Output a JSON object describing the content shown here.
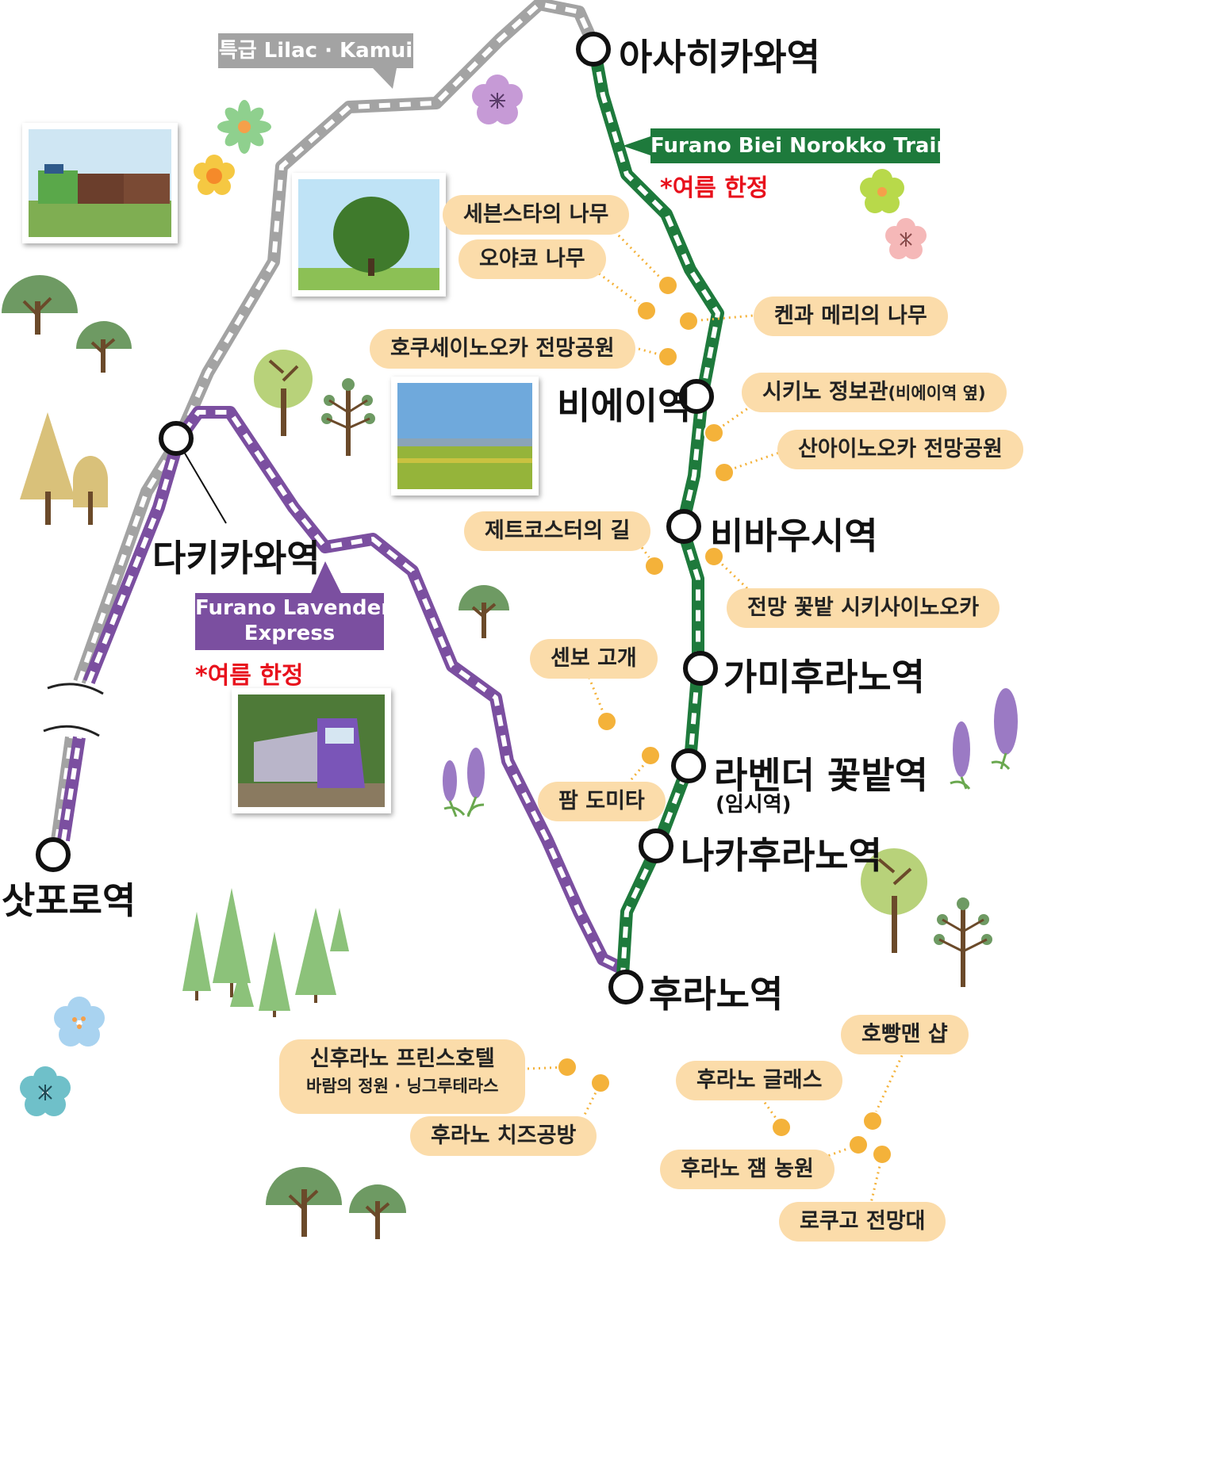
{
  "stations": {
    "asahikawa": "아사히카와역",
    "biei": "비에이역",
    "bibaushi": "비바우시역",
    "kamifurano": "가미후라노역",
    "lavender_farm": "라벤더 꽃밭역",
    "lavender_farm_note": "(임시역)",
    "nakafurano": "나카후라노역",
    "furano": "후라노역",
    "takikawa": "다키카와역",
    "sapporo": "삿포로역"
  },
  "trains": {
    "lilac": "특급 Lilac · Kamui",
    "norokko": "Furano Biei Norokko Train",
    "norokko_note": "*여름 한정",
    "lavender_line1": "Furano Lavender",
    "lavender_line2": "Express",
    "lavender_note": "*여름 한정"
  },
  "spots": {
    "seven_stars": "세븐스타의 나무",
    "oyako": "오야코 나무",
    "ken_mary": "켄과 메리의 나무",
    "hokusei": "호쿠세이노오카 전망공원",
    "shikino_main": "시키노 정보관",
    "shikino_note": "(비에이역 옆)",
    "sanai": "산아이노오카 전망공원",
    "jet_coaster": "제트코스터의 길",
    "shikisai": "전망 꽃밭 시키사이노오카",
    "senbo": "센보 고개",
    "farm_tomita": "팜 도미타",
    "prince_main": "신후라노 프린스호텔",
    "prince_sub": "바람의 정원 · 닝그루테라스",
    "cheese": "후라노 치즈공방",
    "glass": "후라노 글래스",
    "bread": "호빵맨 샵",
    "jam": "후라노 잼 농원",
    "rokugo": "로쿠고 전망대"
  },
  "colors": {
    "lilac_line": "#a3a3a3",
    "norokko_line": "#1e7a3c",
    "lavender_line": "#7b4fa0",
    "spot_pill": "#fbdcaa",
    "spot_dot": "#f4b23a",
    "note_red": "#e8111c"
  }
}
